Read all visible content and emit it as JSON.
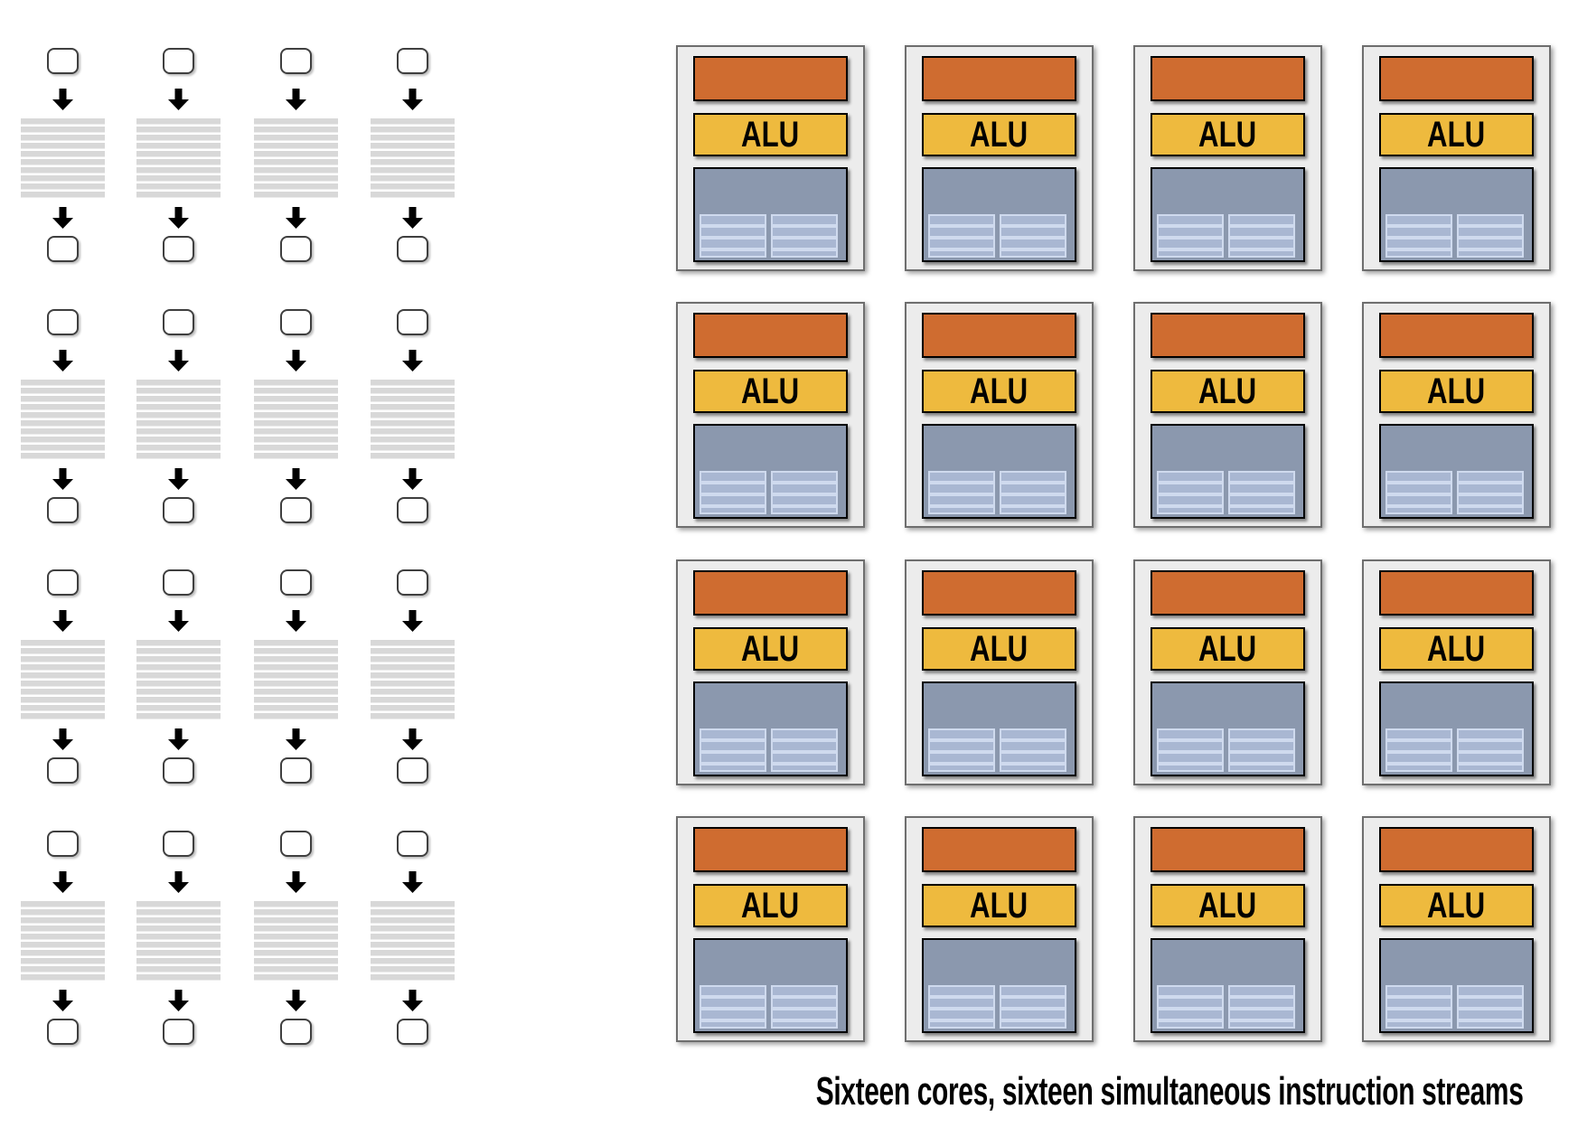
{
  "caption": {
    "text": "Sixteen cores, sixteen simultaneous instruction streams"
  },
  "left_panel": {
    "grid_rows": 4,
    "grid_cols": 4,
    "stream_count": 16
  },
  "right_panel": {
    "grid_rows": 4,
    "grid_cols": 4,
    "core_count": 16,
    "core": {
      "alu_label": "ALU"
    }
  },
  "colors": {
    "fetch_decode_fill": "#cf6c30",
    "alu_fill": "#eeba3e",
    "execution_context_fill": "#8b98ae",
    "context_slot_fill": "#a9b7d2",
    "context_slot_line": "#cfdaee",
    "core_fill": "#ececec",
    "core_border": "#6e6e6e",
    "inner_box_border": "#000000",
    "instruction_stripe": "#d8d8d8",
    "node_border": "#3f3f3f",
    "arrow_color": "#000000",
    "caption_color": "#000000"
  }
}
